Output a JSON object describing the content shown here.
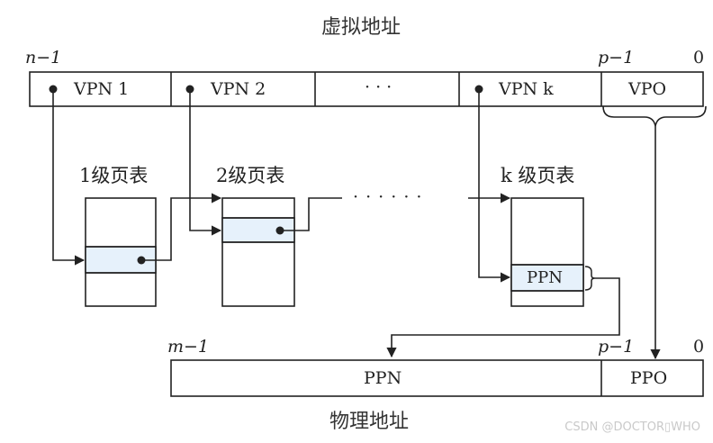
{
  "virtual_address": {
    "title": "虚拟地址",
    "left_bit": "n−1",
    "offset_bit": "p−1",
    "right_bit": "0",
    "fields": [
      "VPN 1",
      "VPN 2",
      "· · ·",
      "VPN k",
      "VPO"
    ]
  },
  "page_tables": [
    {
      "label": "1级页表"
    },
    {
      "label": "2级页表"
    },
    {
      "label": "k 级页表",
      "entry": "PPN"
    }
  ],
  "chain_ellipsis": "· · ·    · · ·",
  "physical_address": {
    "title": "物理地址",
    "left_bit": "m−1",
    "offset_bit": "p−1",
    "right_bit": "0",
    "fields": [
      "PPN",
      "PPO"
    ]
  },
  "watermark": "CSDN @DOCTOR▯WHO",
  "colors": {
    "line": "#222222",
    "highlight_fill": "#e6f1fb",
    "background": "#ffffff"
  }
}
